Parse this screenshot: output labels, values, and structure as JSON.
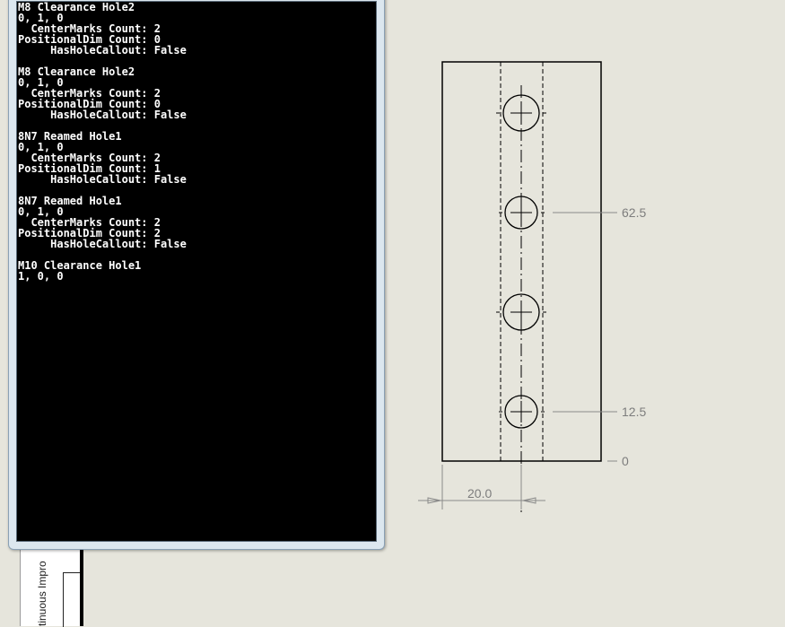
{
  "console": {
    "lines": [
      "M8 Clearance Hole2",
      "0, 1, 0",
      "  CenterMarks Count: 2",
      "PositionalDim Count: 0",
      "     HasHoleCallout: False",
      "",
      "M8 Clearance Hole2",
      "0, 1, 0",
      "  CenterMarks Count: 2",
      "PositionalDim Count: 0",
      "     HasHoleCallout: False",
      "",
      "8N7 Reamed Hole1",
      "0, 1, 0",
      "  CenterMarks Count: 2",
      "PositionalDim Count: 1",
      "     HasHoleCallout: False",
      "",
      "8N7 Reamed Hole1",
      "0, 1, 0",
      "  CenterMarks Count: 2",
      "PositionalDim Count: 2",
      "     HasHoleCallout: False",
      "",
      "M10 Clearance Hole1",
      "1, 0, 0"
    ]
  },
  "drawing": {
    "dim_labels": {
      "top": "62.5",
      "middle": "12.5",
      "bottom": "0",
      "width": "20.0"
    }
  },
  "left_panel": {
    "vertical_text": "tinuous Impro"
  }
}
